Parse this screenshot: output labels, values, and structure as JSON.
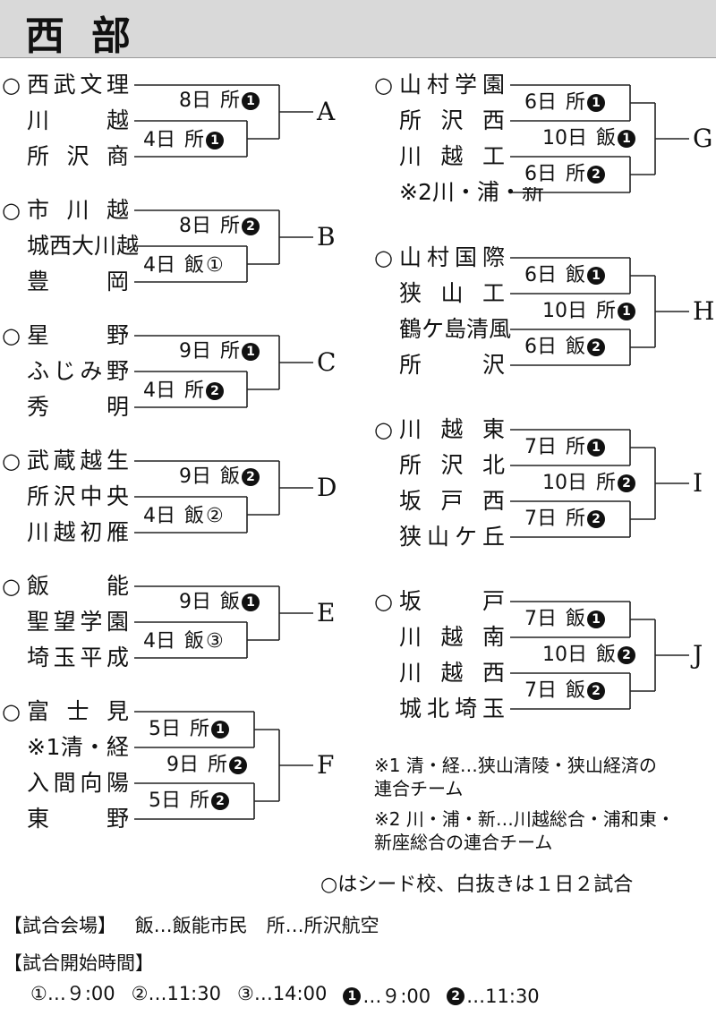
{
  "header": {
    "title": "西部"
  },
  "blocks": [
    {
      "letter": "A",
      "teams": [
        {
          "seed": true,
          "name": "西武文理"
        },
        {
          "seed": false,
          "name": "川越"
        },
        {
          "seed": false,
          "name": "所沢商"
        }
      ],
      "matches": [
        {
          "day": "8日",
          "venue": "所",
          "mark": "1",
          "filled": true
        },
        {
          "day": "4日",
          "venue": "所",
          "mark": "1",
          "filled": true
        }
      ]
    },
    {
      "letter": "B",
      "teams": [
        {
          "seed": true,
          "name": "市川越"
        },
        {
          "seed": false,
          "name": "城西大川越"
        },
        {
          "seed": false,
          "name": "豊岡"
        }
      ],
      "matches": [
        {
          "day": "8日",
          "venue": "所",
          "mark": "2",
          "filled": true
        },
        {
          "day": "4日",
          "venue": "飯",
          "mark": "1",
          "filled": false
        }
      ]
    },
    {
      "letter": "C",
      "teams": [
        {
          "seed": true,
          "name": "星野"
        },
        {
          "seed": false,
          "name": "ふじみ野"
        },
        {
          "seed": false,
          "name": "秀明"
        }
      ],
      "matches": [
        {
          "day": "9日",
          "venue": "所",
          "mark": "1",
          "filled": true
        },
        {
          "day": "4日",
          "venue": "所",
          "mark": "2",
          "filled": true
        }
      ]
    },
    {
      "letter": "D",
      "teams": [
        {
          "seed": true,
          "name": "武蔵越生"
        },
        {
          "seed": false,
          "name": "所沢中央"
        },
        {
          "seed": false,
          "name": "川越初雁"
        }
      ],
      "matches": [
        {
          "day": "9日",
          "venue": "飯",
          "mark": "2",
          "filled": true
        },
        {
          "day": "4日",
          "venue": "飯",
          "mark": "2",
          "filled": false
        }
      ]
    },
    {
      "letter": "E",
      "teams": [
        {
          "seed": true,
          "name": "飯能"
        },
        {
          "seed": false,
          "name": "聖望学園"
        },
        {
          "seed": false,
          "name": "埼玉平成"
        }
      ],
      "matches": [
        {
          "day": "9日",
          "venue": "飯",
          "mark": "1",
          "filled": true
        },
        {
          "day": "4日",
          "venue": "飯",
          "mark": "3",
          "filled": false
        }
      ]
    },
    {
      "letter": "F",
      "teams": [
        {
          "seed": true,
          "name": "富士見"
        },
        {
          "seed": false,
          "name": "※1清・経"
        },
        {
          "seed": false,
          "name": "入間向陽"
        },
        {
          "seed": false,
          "name": "東野"
        }
      ],
      "matches": [
        {
          "day": "5日",
          "venue": "所",
          "mark": "1",
          "filled": true
        },
        {
          "day": "9日",
          "venue": "所",
          "mark": "2",
          "filled": true
        },
        {
          "day": "5日",
          "venue": "所",
          "mark": "2",
          "filled": true
        }
      ]
    },
    {
      "letter": "G",
      "teams": [
        {
          "seed": true,
          "name": "山村学園"
        },
        {
          "seed": false,
          "name": "所沢西"
        },
        {
          "seed": false,
          "name": "川越工"
        },
        {
          "seed": false,
          "name": "※2川・浦・新"
        }
      ],
      "matches": [
        {
          "day": "6日",
          "venue": "所",
          "mark": "1",
          "filled": true
        },
        {
          "day": "10日",
          "venue": "飯",
          "mark": "1",
          "filled": true
        },
        {
          "day": "6日",
          "venue": "所",
          "mark": "2",
          "filled": true
        }
      ]
    },
    {
      "letter": "H",
      "teams": [
        {
          "seed": true,
          "name": "山村国際"
        },
        {
          "seed": false,
          "name": "狭山工"
        },
        {
          "seed": false,
          "name": "鶴ケ島清風"
        },
        {
          "seed": false,
          "name": "所沢"
        }
      ],
      "matches": [
        {
          "day": "6日",
          "venue": "飯",
          "mark": "1",
          "filled": true
        },
        {
          "day": "10日",
          "venue": "所",
          "mark": "1",
          "filled": true
        },
        {
          "day": "6日",
          "venue": "飯",
          "mark": "2",
          "filled": true
        }
      ]
    },
    {
      "letter": "I",
      "teams": [
        {
          "seed": true,
          "name": "川越東"
        },
        {
          "seed": false,
          "name": "所沢北"
        },
        {
          "seed": false,
          "name": "坂戸西"
        },
        {
          "seed": false,
          "name": "狭山ケ丘"
        }
      ],
      "matches": [
        {
          "day": "7日",
          "venue": "所",
          "mark": "1",
          "filled": true
        },
        {
          "day": "10日",
          "venue": "所",
          "mark": "2",
          "filled": true
        },
        {
          "day": "7日",
          "venue": "所",
          "mark": "2",
          "filled": true
        }
      ]
    },
    {
      "letter": "J",
      "teams": [
        {
          "seed": true,
          "name": "坂戸"
        },
        {
          "seed": false,
          "name": "川越南"
        },
        {
          "seed": false,
          "name": "川越西"
        },
        {
          "seed": false,
          "name": "城北埼玉"
        }
      ],
      "matches": [
        {
          "day": "7日",
          "venue": "飯",
          "mark": "1",
          "filled": true
        },
        {
          "day": "10日",
          "venue": "飯",
          "mark": "2",
          "filled": true
        },
        {
          "day": "7日",
          "venue": "飯",
          "mark": "2",
          "filled": true
        }
      ]
    }
  ],
  "seed_mark": "○",
  "notes": {
    "note1_line1": "※1 清・経…狭山清陵・狭山経済の",
    "note1_line2": "連合チーム",
    "note2_line1": "※2 川・浦・新…川越総合・浦和東・",
    "note2_line2": "新座総合の連合チーム",
    "legend": "○はシード校、白抜きは１日２試合"
  },
  "footer": {
    "venue_label": "【試合会場】",
    "venue_text": "飯…飯能市民　所…所沢航空",
    "time_label": "【試合開始時間】",
    "times": [
      {
        "mark": "1",
        "filled": false,
        "time": "…９:00"
      },
      {
        "mark": "2",
        "filled": false,
        "time": "…11:30"
      },
      {
        "mark": "3",
        "filled": false,
        "time": "…14:00"
      },
      {
        "mark": "1",
        "filled": true,
        "time": "…９:00"
      },
      {
        "mark": "2",
        "filled": true,
        "time": "…11:30"
      }
    ]
  }
}
